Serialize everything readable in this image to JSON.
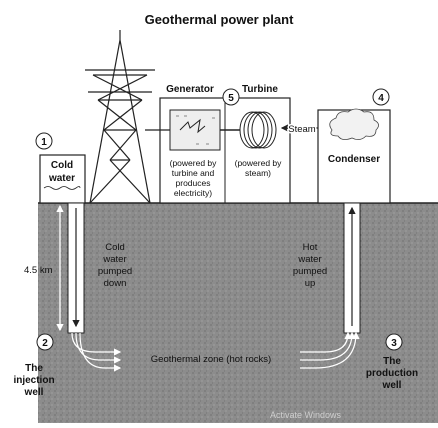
{
  "title": "Geothermal power plant",
  "steps": {
    "one": "1",
    "two": "2",
    "three": "3",
    "four": "4",
    "five": "5"
  },
  "labels": {
    "cold_water_line1": "Cold",
    "cold_water_line2": "water",
    "generator": "Generator",
    "turbine": "Turbine",
    "steam": "Steam",
    "condenser": "Condenser",
    "generator_note": [
      "(powered by",
      "turbine and",
      "produces",
      "electricity)"
    ],
    "turbine_note": [
      "(powered by",
      "steam)"
    ],
    "depth": "4.5 km",
    "cold_pumped": [
      "Cold",
      "water",
      "pumped",
      "down"
    ],
    "hot_pumped": [
      "Hot",
      "water",
      "pumped",
      "up"
    ],
    "geothermal_zone": "Geothermal zone (hot rocks)",
    "injection_well": [
      "The",
      "injection",
      "well"
    ],
    "production_well": [
      "The",
      "production",
      "well"
    ],
    "watermark": "Activate Windows"
  },
  "colors": {
    "ground": "#8a8a8a",
    "ground_dark": "#5a5a5a",
    "line": "#222222",
    "water": "#e0e0e0"
  }
}
